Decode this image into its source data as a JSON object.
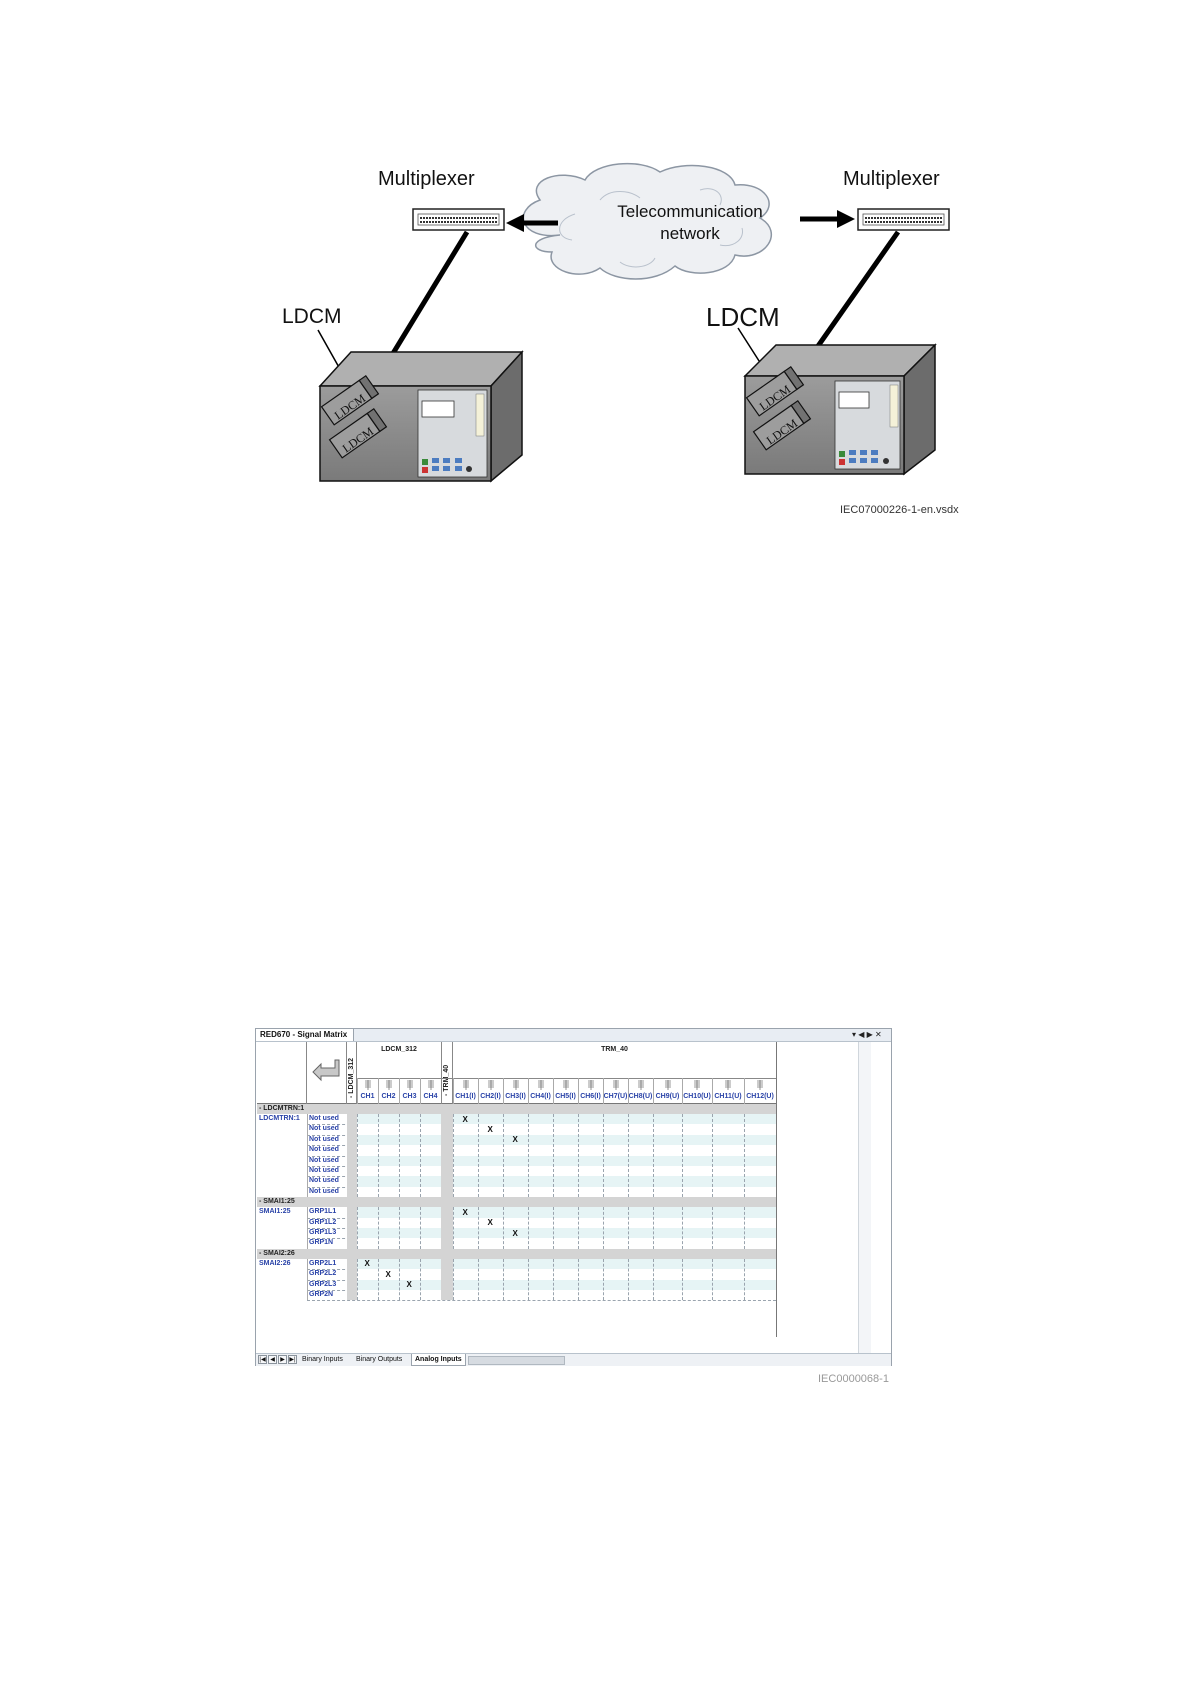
{
  "figure1": {
    "mux_left_label": "Multiplexer",
    "mux_right_label": "Multiplexer",
    "cloud_label_line1": "Telecommunication",
    "cloud_label_line2": "network",
    "ldcm_left_label": "LDCM",
    "ldcm_right_label": "LDCM",
    "module_text": "LDCM",
    "figure_id": "IEC07000226-1-en.vsdx"
  },
  "figure2": {
    "window_title": "RED670 - Signal Matrix",
    "title_controls": "▾ ◀ ▶ ✕",
    "group_ldcm": "LDCM_312",
    "group_trm": "TRM_40",
    "rot_ldcm": "- LDCM_312",
    "rot_trm": "- TRM_40",
    "ldcm_columns": [
      "CH1",
      "CH2",
      "CH3",
      "CH4"
    ],
    "trm_columns": [
      "CH1(I)",
      "CH2(I)",
      "CH3(I)",
      "CH4(I)",
      "CH5(I)",
      "CH6(I)",
      "CH7(U)",
      "CH8(U)",
      "CH9(U)",
      "CH10(U)",
      "CH11(U)",
      "CH12(U)"
    ],
    "sections": [
      {
        "header": "- LDCMTRN:1",
        "block": "LDCMTRN:1",
        "rows": [
          "Not used",
          "Not used",
          "Not used",
          "Not used",
          "Not used",
          "Not used",
          "Not used",
          "Not used"
        ]
      },
      {
        "header": "- SMAI1:25",
        "block": "SMAI1:25",
        "rows": [
          "GRP1L1",
          "GRP1L2",
          "GRP1L3",
          "GRP1N"
        ]
      },
      {
        "header": "- SMAI2:26",
        "block": "SMAI2:26",
        "rows": [
          "GRP2L1",
          "GRP2L2",
          "GRP2L3",
          "GRP2N"
        ]
      }
    ],
    "marks": [
      {
        "section": 0,
        "row": 0,
        "col": "CH1(I)",
        "text": "X"
      },
      {
        "section": 0,
        "row": 1,
        "col": "CH2(I)",
        "text": "X"
      },
      {
        "section": 0,
        "row": 2,
        "col": "CH3(I)",
        "text": "X"
      },
      {
        "section": 1,
        "row": 0,
        "col": "CH1(I)",
        "text": "X"
      },
      {
        "section": 1,
        "row": 1,
        "col": "CH2(I)",
        "text": "X"
      },
      {
        "section": 1,
        "row": 2,
        "col": "CH3(I)",
        "text": "X"
      },
      {
        "section": 2,
        "row": 0,
        "col": "CH1",
        "text": "X"
      },
      {
        "section": 2,
        "row": 1,
        "col": "CH2",
        "text": "X"
      },
      {
        "section": 2,
        "row": 2,
        "col": "CH3",
        "text": "X"
      }
    ],
    "sheet_tabs": [
      "Binary Inputs",
      "Binary Outputs",
      "Analog Inputs"
    ],
    "active_tab": "Analog Inputs",
    "figure_id": "IEC0000068-1"
  },
  "colors": {
    "header_blue": "#2a43a8",
    "row_shade": "#e6f4f5",
    "grey_bar": "#d4d4d4",
    "device_grey": "#7f7f7f"
  }
}
